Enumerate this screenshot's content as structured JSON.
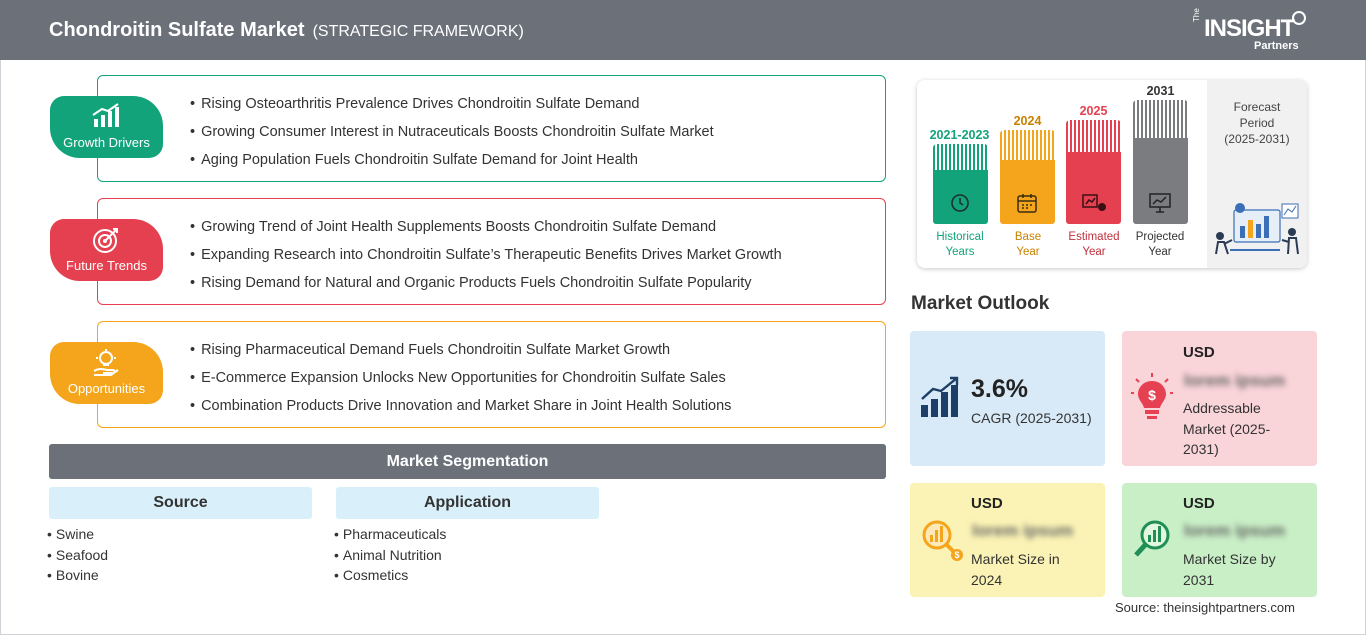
{
  "header": {
    "title": "Chondroitin Sulfate Market",
    "subtitle": "(STRATEGIC FRAMEWORK)",
    "logo_the": "The",
    "logo_insight": "INSIGHT",
    "logo_partners": "Partners"
  },
  "framework": {
    "growth_drivers": {
      "label": "Growth Drivers",
      "color": "#12a37a",
      "items": [
        "Rising Osteoarthritis Prevalence Drives Chondroitin Sulfate Demand",
        "Growing Consumer Interest in Nutraceuticals Boosts Chondroitin Sulfate Market",
        "Aging Population Fuels Chondroitin Sulfate Demand for Joint Health"
      ]
    },
    "future_trends": {
      "label": "Future Trends",
      "color": "#e4404f",
      "items": [
        "Growing Trend of Joint Health Supplements Boosts Chondroitin Sulfate Demand",
        "Expanding Research into Chondroitin Sulfate’s Therapeutic Benefits Drives Market Growth",
        "Rising Demand for Natural and Organic Products Fuels Chondroitin Sulfate Popularity"
      ]
    },
    "opportunities": {
      "label": "Opportunities",
      "color": "#f4a51c",
      "items": [
        "Rising Pharmaceutical Demand Fuels Chondroitin Sulfate Market Growth",
        "E-Commerce Expansion Unlocks New Opportunities for Chondroitin Sulfate Sales",
        "Combination Products Drive Innovation and Market Share in Joint Health Solutions"
      ]
    }
  },
  "segmentation": {
    "title": "Market Segmentation",
    "source": {
      "title": "Source",
      "items": [
        "Swine",
        "Seafood",
        "Bovine"
      ]
    },
    "application": {
      "title": "Application",
      "items": [
        "Pharmaceuticals",
        "Animal Nutrition",
        "Cosmetics"
      ]
    }
  },
  "timeline": {
    "historical": {
      "year": "2021-2023",
      "caption1": "Historical",
      "caption2": "Years",
      "color": "#12a37a"
    },
    "base": {
      "year": "2024",
      "caption1": "Base",
      "caption2": "Year",
      "color": "#f4a51c"
    },
    "estimated": {
      "year": "2025",
      "caption1": "Estimated",
      "caption2": "Year",
      "color": "#e4404f"
    },
    "projected": {
      "year": "2031",
      "caption1": "Projected",
      "caption2": "Year",
      "color": "#7a7c80"
    },
    "forecast": {
      "line1": "Forecast",
      "line2": "Period",
      "line3": "(2025-2031)"
    }
  },
  "outlook": {
    "title": "Market Outlook",
    "cagr": {
      "value": "3.6%",
      "label": "CAGR (2025-2031)",
      "bg": "#d8eaf7"
    },
    "addressable": {
      "currency": "USD",
      "value": "lorem ipsum",
      "label_lines": [
        "Addressable",
        "Market (2025-",
        "2031)"
      ],
      "bg": "#f9d4d8"
    },
    "size_2024": {
      "currency": "USD",
      "value": "lorem ipsum",
      "label_lines": [
        "Market Size in",
        "2024"
      ],
      "bg": "#fbf3b5"
    },
    "size_2031": {
      "currency": "USD",
      "value": "lorem ipsum",
      "label_lines": [
        "Market Size by",
        "2031"
      ],
      "bg": "#c9efc6"
    }
  },
  "source": "Source: theinsightpartners.com"
}
